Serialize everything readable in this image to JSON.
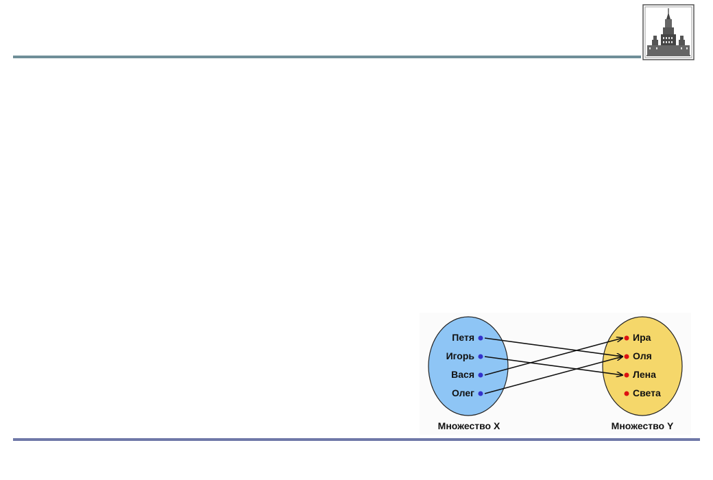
{
  "colors": {
    "top_rule": "#6f8f98",
    "bottom_rule": "#6f78a8",
    "set_x_fill": "#8ec5f5",
    "set_y_fill": "#f5d76a",
    "x_dot": "#3333cc",
    "y_dot": "#dd1111",
    "arrow": "#111111"
  },
  "logo": {
    "icon": "university-building-icon"
  },
  "diagram": {
    "set_x": {
      "label": "Множество X",
      "elements": [
        "Петя",
        "Игорь",
        "Вася",
        "Олег"
      ]
    },
    "set_y": {
      "label": "Множество Y",
      "elements": [
        "Ира",
        "Оля",
        "Лена",
        "Света"
      ]
    },
    "mapping": [
      {
        "from": "Петя",
        "to": "Оля"
      },
      {
        "from": "Игорь",
        "to": "Лена"
      },
      {
        "from": "Вася",
        "to": "Ира"
      },
      {
        "from": "Олег",
        "to": "Оля"
      }
    ]
  }
}
